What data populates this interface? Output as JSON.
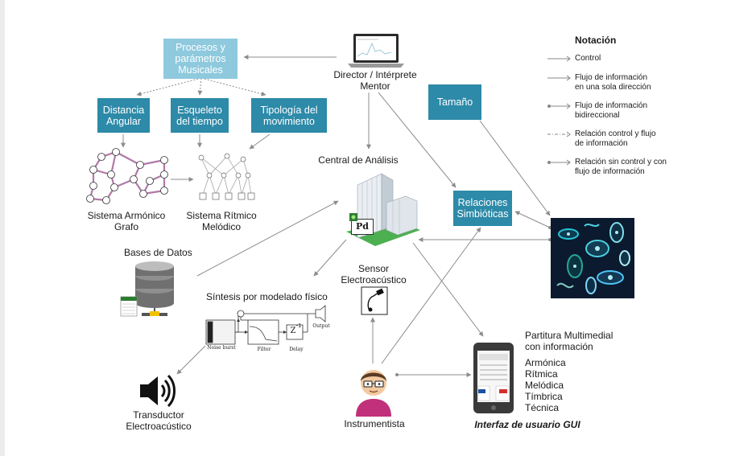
{
  "legend": {
    "title": "Notación",
    "items": [
      {
        "text": "Control",
        "style": "solid"
      },
      {
        "text": "Flujo de información\nen una sola dirección",
        "style": "solid"
      },
      {
        "text": "Flujo de información\nbidireccional",
        "style": "solid-dots"
      },
      {
        "text": "Relación control y flujo\nde información",
        "style": "dashdot"
      },
      {
        "text": "Relación sin control y con\nflujo de información",
        "style": "dot-solid"
      }
    ]
  },
  "boxes": {
    "procesos": "Procesos y\nparámetros\nMusicales",
    "distancia": "Distancia\nAngular",
    "esqueleto": "Esqueleto\ndel tiempo",
    "tipologia": "Tipología del\nmovimiento",
    "tamano": "Tamaño",
    "relaciones": "Relaciones\nSimbióticas"
  },
  "labels": {
    "director": "Director / Intérprete\nMentor",
    "central": "Central de Análisis",
    "armonico": "Sistema Armónico\nGrafo",
    "ritmico": "Sistema Rítmico\nMelódico",
    "bases": "Bases de Datos",
    "sintesis": "Síntesis por modelado físico",
    "sensor": "Sensor\nElectroacústico",
    "transductor": "Transductor\nElectroacústico",
    "instrumentista": "Instrumentista",
    "partitura": "Partitura Multimedial\ncon información",
    "partitura_items": "Armónica\nRítmica\nMelódica\nTímbrica\nTécnica",
    "gui": "Interfaz de usuario GUI"
  },
  "synth": {
    "noise": "Noise burst",
    "filter": "Filter",
    "delay": "Delay",
    "output": "Output",
    "z": "Z",
    "zexp": "-1"
  },
  "pd_badge": "Pd",
  "colors": {
    "box": "#2d8aa8",
    "box_light": "#8ec9dd",
    "wire": "#8c8c8c",
    "graph_edge": "#b07aa8",
    "grass": "#4caf50",
    "microbe_bg": "#0b1a2e"
  }
}
